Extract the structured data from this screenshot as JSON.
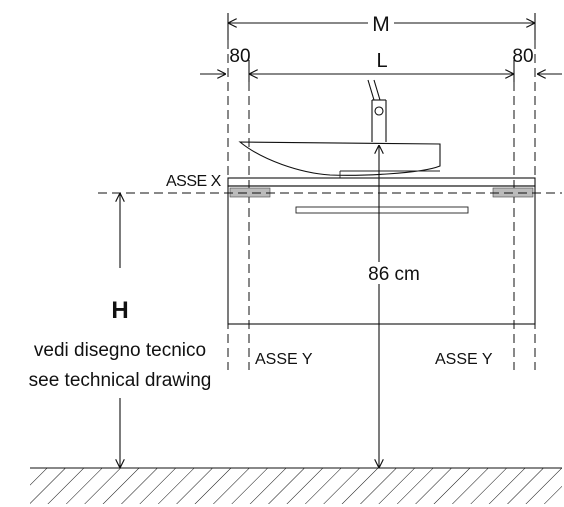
{
  "dimensions": {
    "overall_width_label": "M",
    "inner_width_label": "L",
    "left_offset_label": "80",
    "right_offset_label": "80",
    "height_from_floor_label": "86 cm"
  },
  "axes": {
    "horizontal_axis_label": "ASSE X",
    "vertical_axis_left_label": "ASSE Y",
    "vertical_axis_right_label": "ASSE Y"
  },
  "height_note": {
    "symbol": "H",
    "italian_text": "vedi disegno tecnico",
    "english_text": "see technical drawing"
  }
}
